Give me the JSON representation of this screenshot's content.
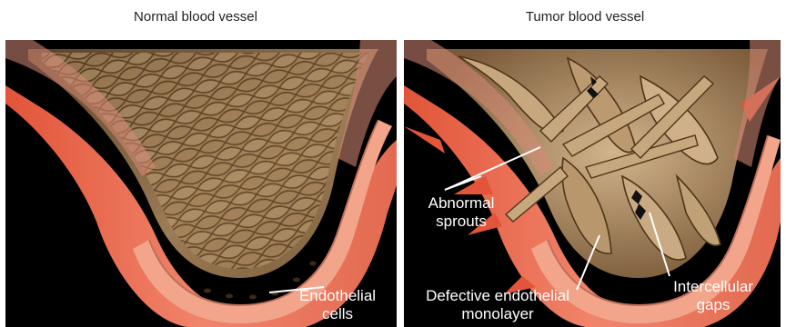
{
  "panels": {
    "left": {
      "title": "Normal blood vessel",
      "labels": {
        "endothelial_line1": "Endothelial",
        "endothelial_line2": "cells"
      }
    },
    "right": {
      "title": "Tumor blood vessel",
      "labels": {
        "sprouts_line1": "Abnormal",
        "sprouts_line2": "sprouts",
        "defective_line1": "Defective endothelial",
        "defective_line2": "monolayer",
        "gaps_line1": "Intercellular",
        "gaps_line2": "gaps"
      }
    }
  },
  "colors": {
    "background": "#000000",
    "vessel_wall_outer": "#e8846b",
    "vessel_wall_cut": "#f2a58b",
    "vessel_wall_dark": "#c95a44",
    "lumen": "#8a6a48",
    "endothelium": "#a98a63",
    "cell_border": "#5b3f22",
    "label_text": "#ffffff"
  }
}
